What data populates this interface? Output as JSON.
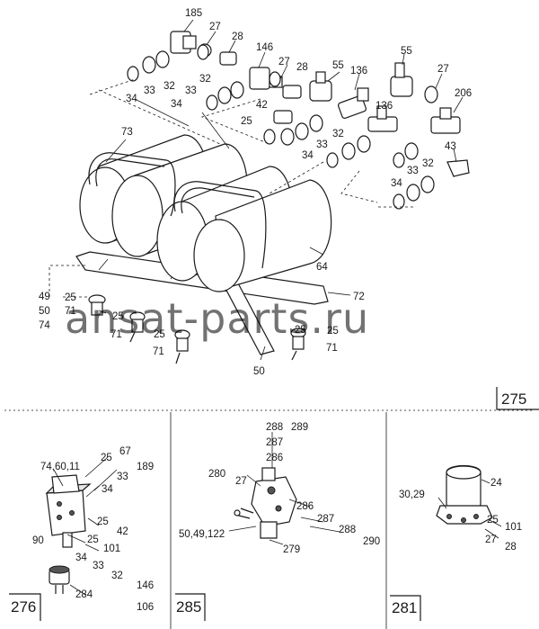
{
  "top_panel": {
    "callouts": [
      "185",
      "27",
      "28",
      "32",
      "33",
      "34",
      "146",
      "27",
      "28",
      "55",
      "136",
      "32",
      "33",
      "34",
      "42",
      "25",
      "55",
      "27",
      "206",
      "136",
      "73",
      "32",
      "33",
      "34",
      "43",
      "33",
      "32",
      "34",
      "25",
      "72",
      "49",
      "50",
      "74",
      "25",
      "71",
      "25",
      "71",
      "25",
      "71",
      "25",
      "71",
      "50",
      "64"
    ],
    "box_number": "275"
  },
  "watermark": "ansat-parts.ru",
  "panel_276": {
    "box_number": "276",
    "callouts": [
      "74,60,11",
      "25",
      "67",
      "33",
      "189",
      "34",
      "90",
      "25",
      "42",
      "25",
      "101",
      "34",
      "33",
      "32",
      "146",
      "106",
      "284"
    ]
  },
  "panel_285": {
    "box_number": "285",
    "callouts": [
      "288",
      "289",
      "287",
      "286",
      "280",
      "27",
      "286",
      "287",
      "288",
      "290",
      "50,49,122",
      "279"
    ]
  },
  "panel_281": {
    "box_number": "281",
    "callouts": [
      "24",
      "30,29",
      "25",
      "101",
      "27",
      "28"
    ]
  }
}
